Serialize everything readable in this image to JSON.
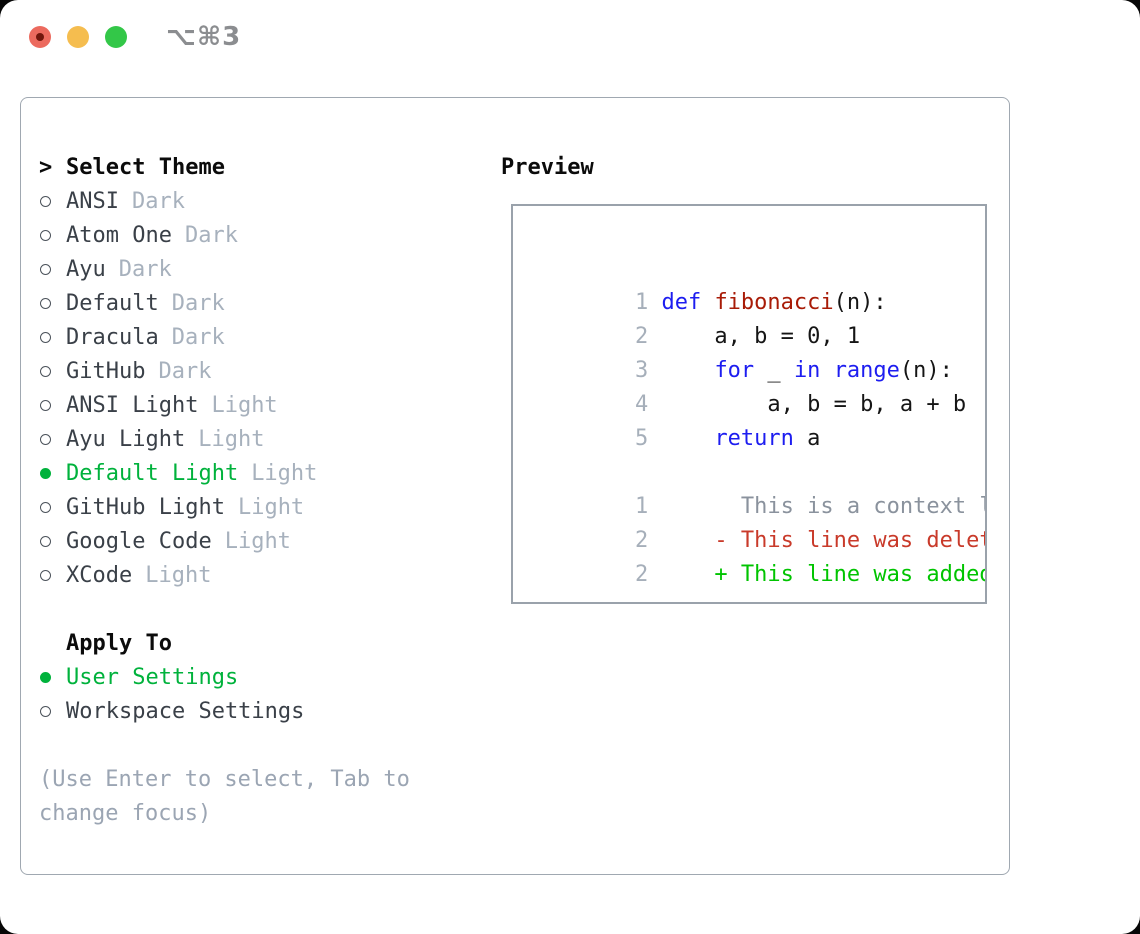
{
  "window": {
    "title": "⌥⌘3"
  },
  "colors": {
    "tl_red": "#ec6a5e",
    "tl_red_dot": "#71160c",
    "tl_yellow": "#f5bd4f",
    "tl_green": "#33c748",
    "sel_green": "#00b23c",
    "kw_blue": "#1d1df0",
    "fn_red": "#a81b07",
    "del_red": "#c93a2a",
    "add_green": "#00c400",
    "ctx_gray": "#8a929d"
  },
  "theme_panel": {
    "header_prefix": ">",
    "header": "Select Theme",
    "items": [
      {
        "name": "ANSI",
        "tag": "Dark",
        "selected": false
      },
      {
        "name": "Atom One",
        "tag": "Dark",
        "selected": false
      },
      {
        "name": "Ayu",
        "tag": "Dark",
        "selected": false
      },
      {
        "name": "Default",
        "tag": "Dark",
        "selected": false
      },
      {
        "name": "Dracula",
        "tag": "Dark",
        "selected": false
      },
      {
        "name": "GitHub",
        "tag": "Dark",
        "selected": false
      },
      {
        "name": "ANSI Light",
        "tag": "Light",
        "selected": false
      },
      {
        "name": "Ayu Light",
        "tag": "Light",
        "selected": false
      },
      {
        "name": "Default Light",
        "tag": "Light",
        "selected": true
      },
      {
        "name": "GitHub Light",
        "tag": "Light",
        "selected": false
      },
      {
        "name": "Google Code",
        "tag": "Light",
        "selected": false
      },
      {
        "name": "XCode",
        "tag": "Light",
        "selected": false
      }
    ],
    "apply_to": {
      "header": "Apply To",
      "options": [
        {
          "label": "User Settings",
          "selected": true
        },
        {
          "label": "Workspace Settings",
          "selected": false
        }
      ]
    },
    "help": {
      "line1": "(Use Enter to select, Tab to",
      "line2": "change focus)"
    }
  },
  "preview": {
    "header": "Preview",
    "code_lines": [
      {
        "num": "1",
        "segments": [
          {
            "text": "def ",
            "type": "kw"
          },
          {
            "text": "fibonacci",
            "type": "fn"
          },
          {
            "text": "(n):",
            "type": "pl"
          }
        ]
      },
      {
        "num": "2",
        "segments": [
          {
            "text": "    a, b = 0, 1",
            "type": "pl"
          }
        ]
      },
      {
        "num": "3",
        "segments": [
          {
            "text": "    ",
            "type": "pl"
          },
          {
            "text": "for",
            "type": "kw"
          },
          {
            "text": " _ ",
            "type": "pl"
          },
          {
            "text": "in",
            "type": "kw"
          },
          {
            "text": " ",
            "type": "pl"
          },
          {
            "text": "range",
            "type": "kw"
          },
          {
            "text": "(n):",
            "type": "pl"
          }
        ]
      },
      {
        "num": "4",
        "segments": [
          {
            "text": "        a, b = b, a + b",
            "type": "pl"
          }
        ]
      },
      {
        "num": "5",
        "segments": [
          {
            "text": "    ",
            "type": "pl"
          },
          {
            "text": "return",
            "type": "kw"
          },
          {
            "text": " a",
            "type": "pl"
          }
        ]
      }
    ],
    "diff_lines": [
      {
        "num": "1",
        "text": "      This is a context line.",
        "type": "context"
      },
      {
        "num": "2",
        "text": "    - This line was deleted.",
        "type": "deleted"
      },
      {
        "num": "2",
        "text": "    + This line was added.",
        "type": "added"
      }
    ]
  }
}
